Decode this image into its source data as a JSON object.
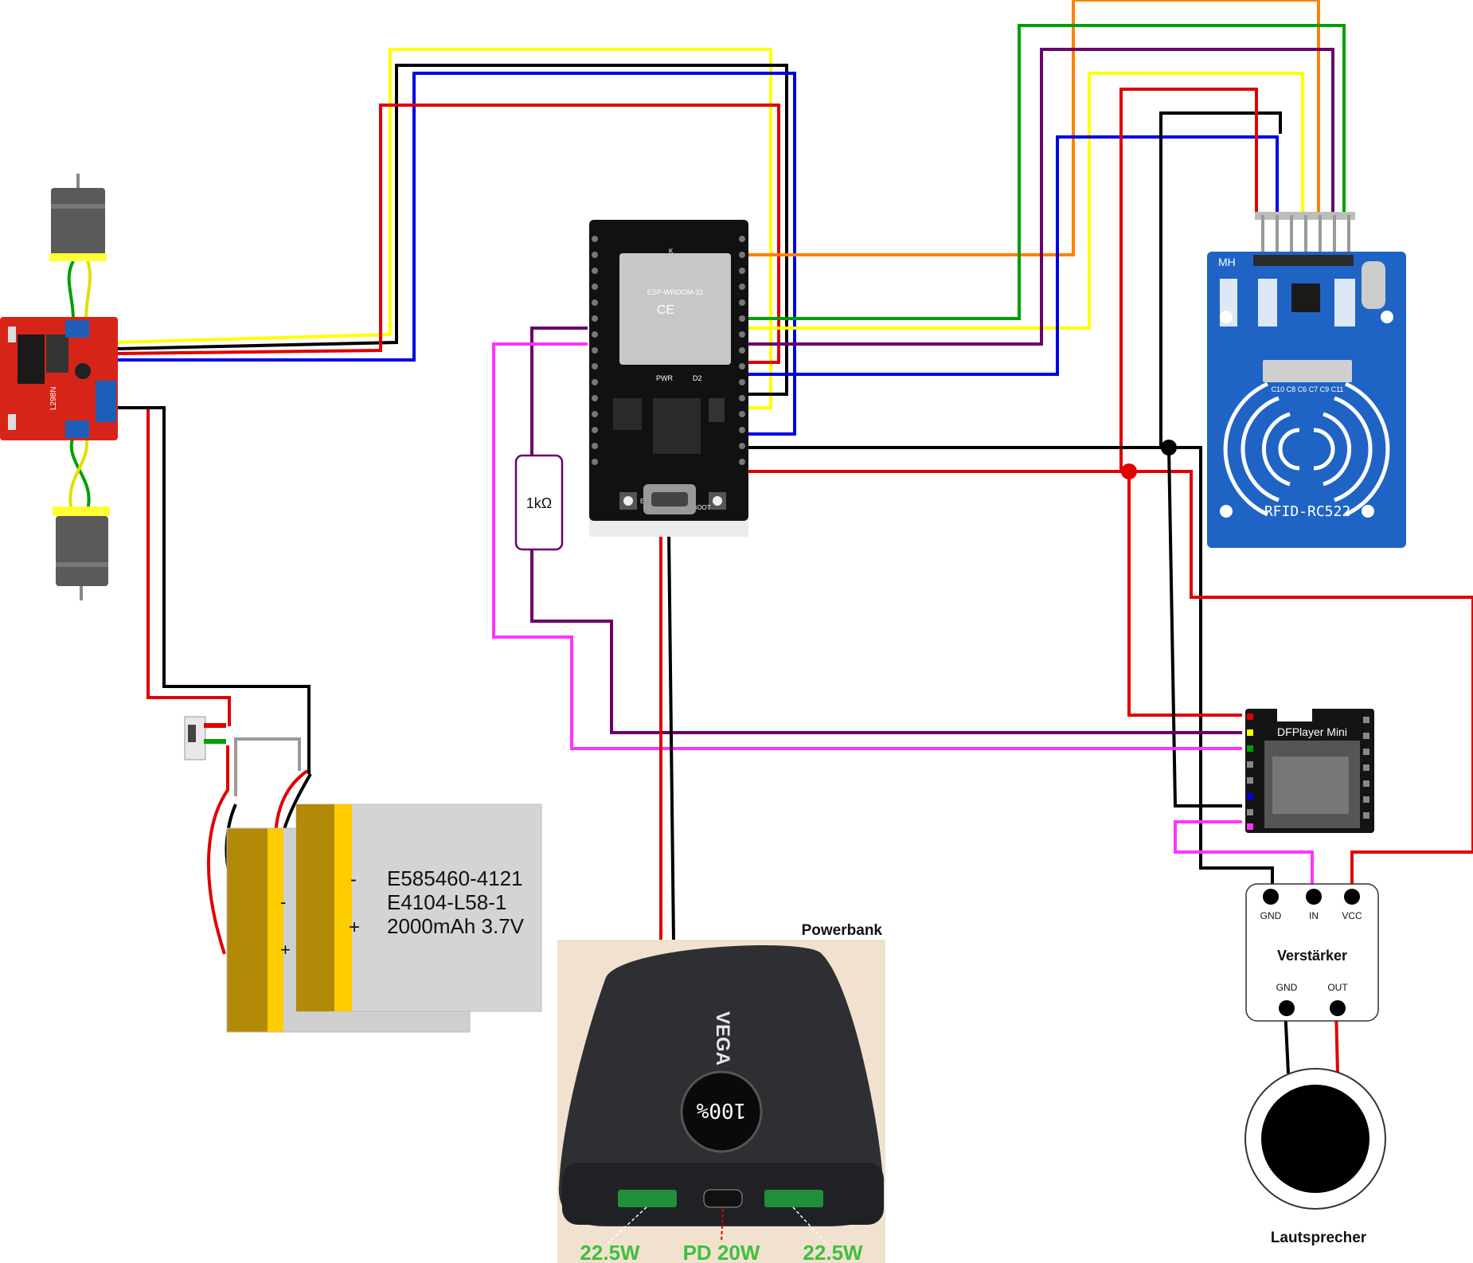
{
  "diagram": {
    "components": {
      "esp32": {
        "chip_label": "ESP-WROOM-32",
        "mark": "CE",
        "pwr_label": "PWR",
        "d2_label": "D2",
        "en_label": "EN",
        "boot_label": "BOOT",
        "k_label": "K"
      },
      "resistor": {
        "label": "1kΩ"
      },
      "rfid": {
        "label": "RFID-RC522",
        "mh_label": "MH",
        "cap_labels": "C10 C8 C6 C7 C9 C11"
      },
      "dfplayer": {
        "label": "DFPlayer Mini"
      },
      "amplifier": {
        "title": "Verstärker",
        "pin_gnd_in": "GND",
        "pin_in": "IN",
        "pin_vcc": "VCC",
        "pin_gnd_out": "GND",
        "pin_out": "OUT"
      },
      "speaker": {
        "label": "Lautsprecher"
      },
      "battery": {
        "line1": "E585460-4121",
        "line2": "E4104-L58-1",
        "line3": "2000mAh 3.7V",
        "minus": "-",
        "plus": "+"
      },
      "powerbank": {
        "title": "Powerbank",
        "brand": "VEGA",
        "display": "100%",
        "port_left": "22.5W",
        "port_mid": "PD 20W",
        "port_right": "22.5W"
      },
      "motor_driver": {
        "label": "L298N"
      }
    },
    "wire_colors": {
      "red": "#e00000",
      "black": "#000000",
      "blue": "#0000e6",
      "yellow": "#ffff00",
      "green": "#00a000",
      "orange": "#ff8000",
      "purple": "#6a006a",
      "magenta": "#ff33ff",
      "gray": "#9a9a9a"
    }
  }
}
